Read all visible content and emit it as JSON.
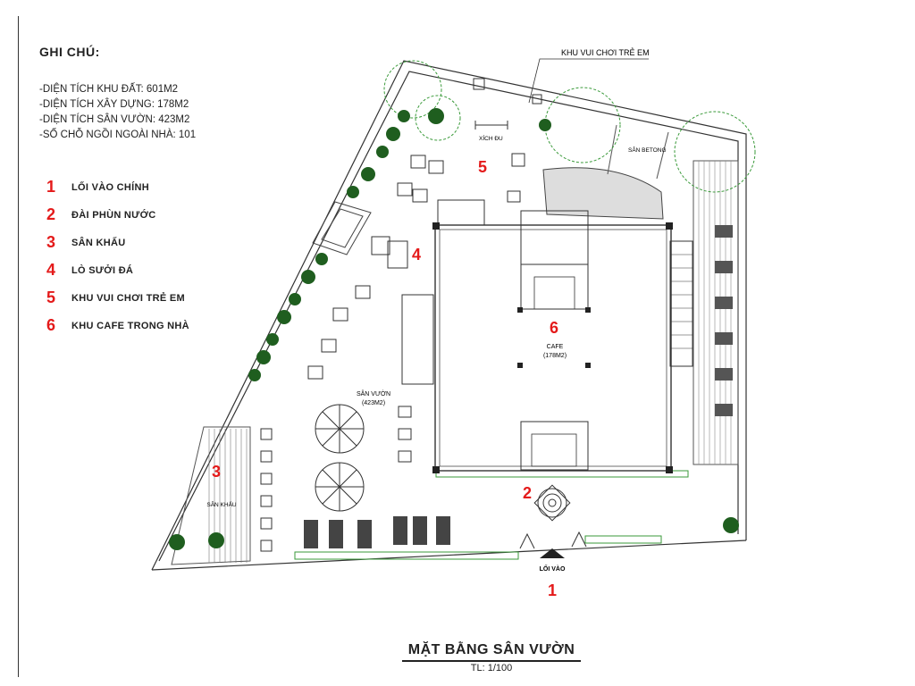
{
  "legend": {
    "heading": "GHI CHÚ:",
    "notes": [
      "-DIỆN TÍCH KHU ĐẤT: 601M2",
      "-DIỆN TÍCH XÂY DỰNG: 178M2",
      "-DIỆN TÍCH SÂN VƯỜN: 423M2",
      "-SỐ CHỖ NGỒI NGOÀI NHÀ: 101"
    ],
    "items": [
      {
        "num": "1",
        "label": "LỐI VÀO CHÍNH"
      },
      {
        "num": "2",
        "label": "ĐÀI PHÙN NƯỚC"
      },
      {
        "num": "3",
        "label": "SÂN KHẤU"
      },
      {
        "num": "4",
        "label": "LÒ SƯỞI ĐÁ"
      },
      {
        "num": "5",
        "label": "KHU VUI CHƠI TRẺ EM"
      },
      {
        "num": "6",
        "label": "KHU CAFE TRONG NHÀ"
      }
    ]
  },
  "plan": {
    "kids_area_callout": "KHU VUI CHƠI TRẺ EM",
    "swing_label": "XÍCH ĐU",
    "concrete_yard": "SÂN BETONG",
    "cafe_label": "CAFE",
    "cafe_area": "(178M2)",
    "garden_label": "SÂN VƯỜN",
    "garden_area": "(423M2)",
    "stage_label": "SÂN KHẤU",
    "entrance_label": "LỐI VÀO",
    "markers": [
      "1",
      "2",
      "3",
      "4",
      "5",
      "6"
    ]
  },
  "title": "MẶT BẰNG SÂN VƯỜN",
  "scale": "TL: 1/100",
  "colors": {
    "marker": "#e41a1a",
    "tree": "#1f5e1f",
    "hedge": "#3a9a3a",
    "line": "#333333"
  }
}
